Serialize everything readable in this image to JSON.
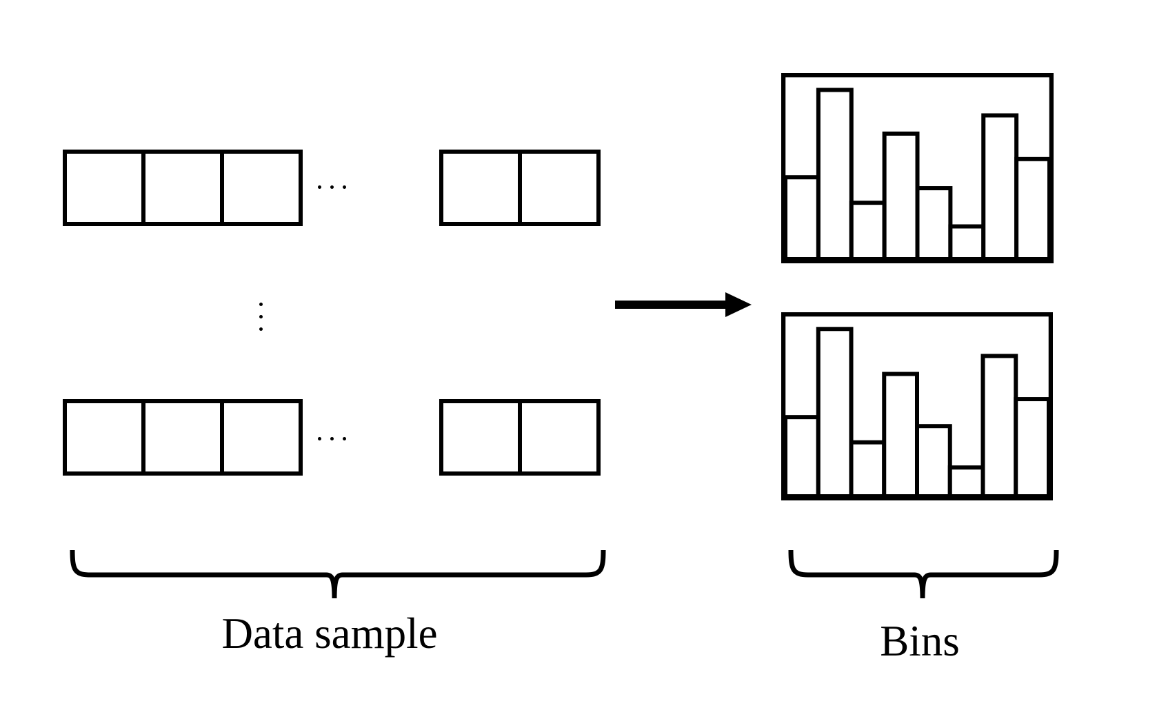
{
  "figure": {
    "colors": {
      "ink": "#000000",
      "background": "#ffffff"
    },
    "labels": {
      "left": "Data sample",
      "right": "Bins"
    },
    "sample_rows": [
      {
        "left_cells": 3,
        "right_cells": 2
      },
      {
        "left_cells": 3,
        "right_cells": 2
      }
    ],
    "ellipsis_dot_count": 3,
    "arrow": {
      "direction": "right"
    }
  },
  "chart_data": [
    {
      "type": "bar",
      "name": "bins-histogram-top",
      "values": [
        0.45,
        0.93,
        0.31,
        0.69,
        0.39,
        0.18,
        0.79,
        0.55
      ],
      "ylim": [
        0,
        1
      ],
      "title": "",
      "xlabel": "",
      "ylabel": "",
      "axes_visible": false,
      "grid": false,
      "bar_fill": "#ffffff",
      "bar_stroke": "#000000"
    },
    {
      "type": "bar",
      "name": "bins-histogram-bottom",
      "values": [
        0.44,
        0.93,
        0.3,
        0.68,
        0.39,
        0.16,
        0.78,
        0.54
      ],
      "ylim": [
        0,
        1
      ],
      "title": "",
      "xlabel": "",
      "ylabel": "",
      "axes_visible": false,
      "grid": false,
      "bar_fill": "#ffffff",
      "bar_stroke": "#000000"
    }
  ]
}
